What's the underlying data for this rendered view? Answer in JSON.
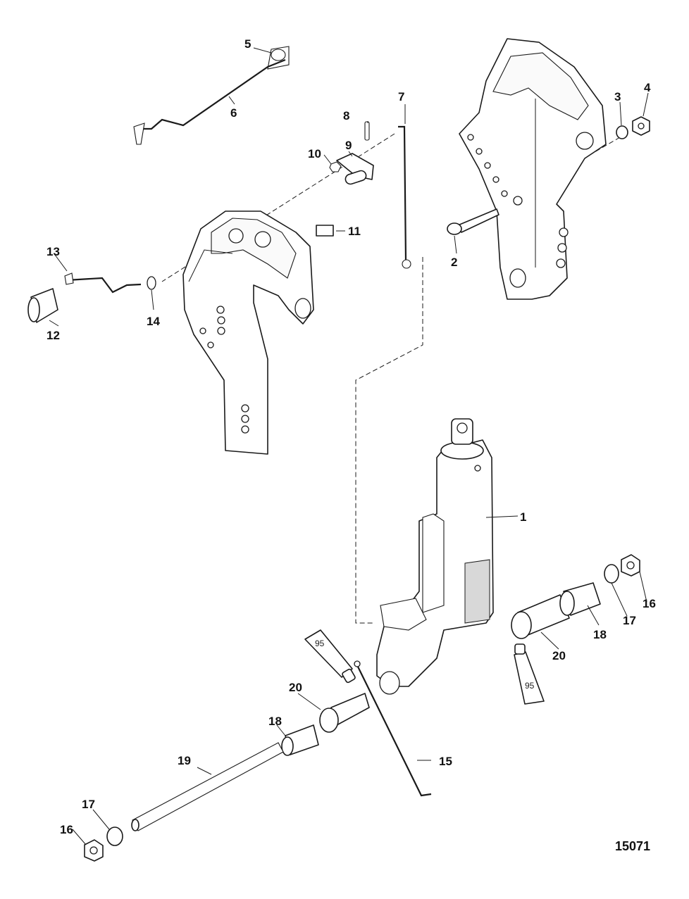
{
  "figure_number": "15071",
  "sealant_tubes": [
    {
      "label": "95"
    },
    {
      "label": "95"
    }
  ],
  "callouts": [
    {
      "id": "c1",
      "label": "1"
    },
    {
      "id": "c2",
      "label": "2"
    },
    {
      "id": "c3",
      "label": "3"
    },
    {
      "id": "c4",
      "label": "4"
    },
    {
      "id": "c5",
      "label": "5"
    },
    {
      "id": "c6",
      "label": "6"
    },
    {
      "id": "c7",
      "label": "7"
    },
    {
      "id": "c8",
      "label": "8"
    },
    {
      "id": "c9",
      "label": "9"
    },
    {
      "id": "c10",
      "label": "10"
    },
    {
      "id": "c11",
      "label": "11"
    },
    {
      "id": "c12",
      "label": "12"
    },
    {
      "id": "c13",
      "label": "13"
    },
    {
      "id": "c14",
      "label": "14"
    },
    {
      "id": "c15",
      "label": "15"
    },
    {
      "id": "c16a",
      "label": "16"
    },
    {
      "id": "c17a",
      "label": "17"
    },
    {
      "id": "c18a",
      "label": "18"
    },
    {
      "id": "c20a",
      "label": "20"
    },
    {
      "id": "c16b",
      "label": "16"
    },
    {
      "id": "c17b",
      "label": "17"
    },
    {
      "id": "c18b",
      "label": "18"
    },
    {
      "id": "c19",
      "label": "19"
    },
    {
      "id": "c20b",
      "label": "20"
    }
  ]
}
